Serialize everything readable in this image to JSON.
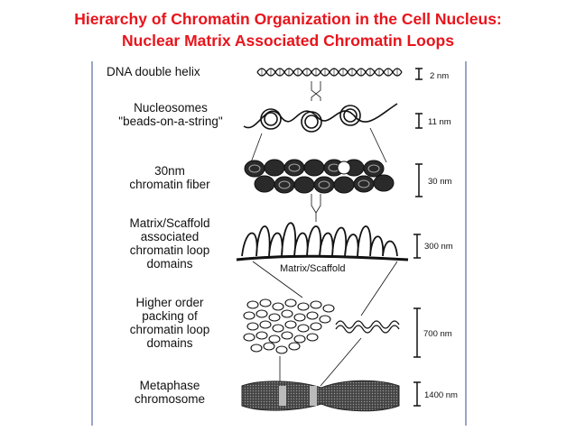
{
  "title": {
    "line1": "Hierarchy of Chromatin Organization in the Cell Nucleus:",
    "line2": "Nuclear Matrix Associated Chromatin Loops"
  },
  "stages": [
    {
      "label": "DNA double helix",
      "scale": "2 nm"
    },
    {
      "label": "Nucleosomes\n\"beads-on-a-string\"",
      "scale": "11 nm"
    },
    {
      "label": "30nm\nchromatin fiber",
      "scale": "30 nm"
    },
    {
      "label": "Matrix/Scaffold\nassociated\nchromatin loop\ndomains",
      "scale": "300 nm"
    },
    {
      "label": "Higher order\npacking of\nchromatin loop\ndomains",
      "scale": "700 nm"
    },
    {
      "label": "Metaphase\nchromosome",
      "scale": "1400 nm"
    }
  ],
  "matrix_label": "Matrix/Scaffold",
  "colors": {
    "title": "#e8141c",
    "ink": "#111111",
    "frame": "#9aa6c4"
  }
}
